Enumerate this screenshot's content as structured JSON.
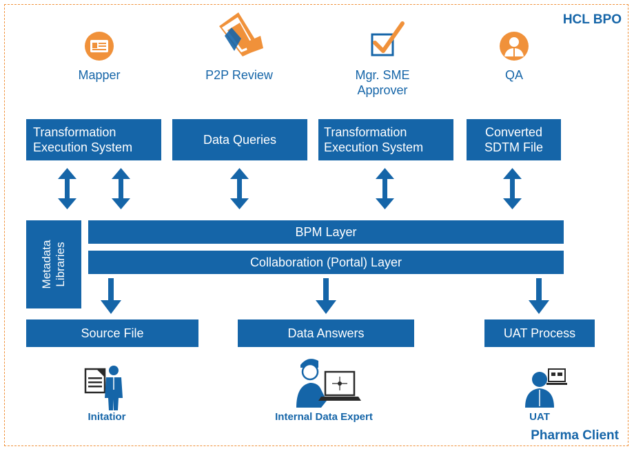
{
  "labels": {
    "hcl_bpo": "HCL BPO",
    "pharma_client": "Pharma Client"
  },
  "roles": [
    {
      "label": "Mapper",
      "icon": "id-card-icon"
    },
    {
      "label": "P2P Review",
      "icon": "document-review-icon"
    },
    {
      "label": "Mgr. SME\nApprover",
      "icon": "checkbox-tick-icon"
    },
    {
      "label": "QA",
      "icon": "qa-person-icon"
    }
  ],
  "top_boxes": [
    {
      "label": "Transformation\nExecution System"
    },
    {
      "label": "Data Queries"
    },
    {
      "label": "Transformation\nExecution System"
    },
    {
      "label": "Converted\nSDTM File"
    }
  ],
  "layers": {
    "metadata": "Metadata\nLibraries",
    "bpm": "BPM Layer",
    "collaboration": "Collaboration (Portal) Layer"
  },
  "bottom_boxes": [
    {
      "label": "Source File"
    },
    {
      "label": "Data Answers"
    },
    {
      "label": "UAT Process"
    }
  ],
  "people": [
    {
      "label": "Initatior",
      "icon": "initiator-person-icon"
    },
    {
      "label": "Internal Data Expert",
      "icon": "expert-laptop-icon"
    },
    {
      "label": "UAT",
      "icon": "uat-person-icon"
    }
  ],
  "colors": {
    "primary": "#1565a8",
    "accent": "#f0913a",
    "frame": "#f0913a"
  }
}
